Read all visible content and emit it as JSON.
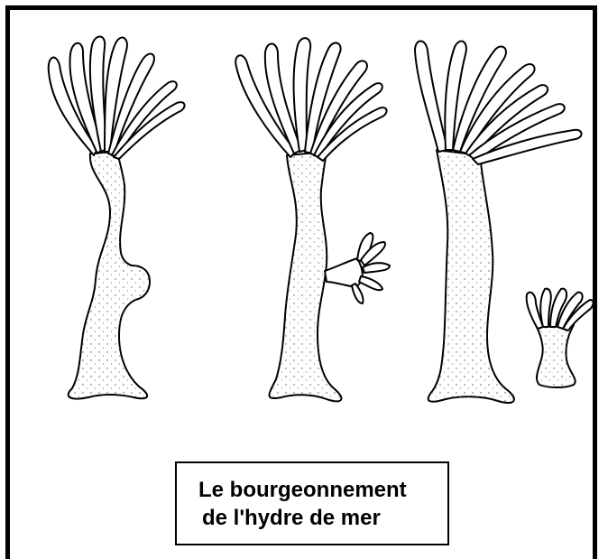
{
  "caption": {
    "line1": "Le bourgeonnement",
    "line2": "de l'hydre de mer"
  },
  "figure": {
    "stages": [
      "hydra-early-bud",
      "hydra-developing-bud",
      "hydra-detached-bud"
    ],
    "colors": {
      "ink": "#000000",
      "fill": "#ffffff",
      "stipple": "#555555"
    }
  }
}
